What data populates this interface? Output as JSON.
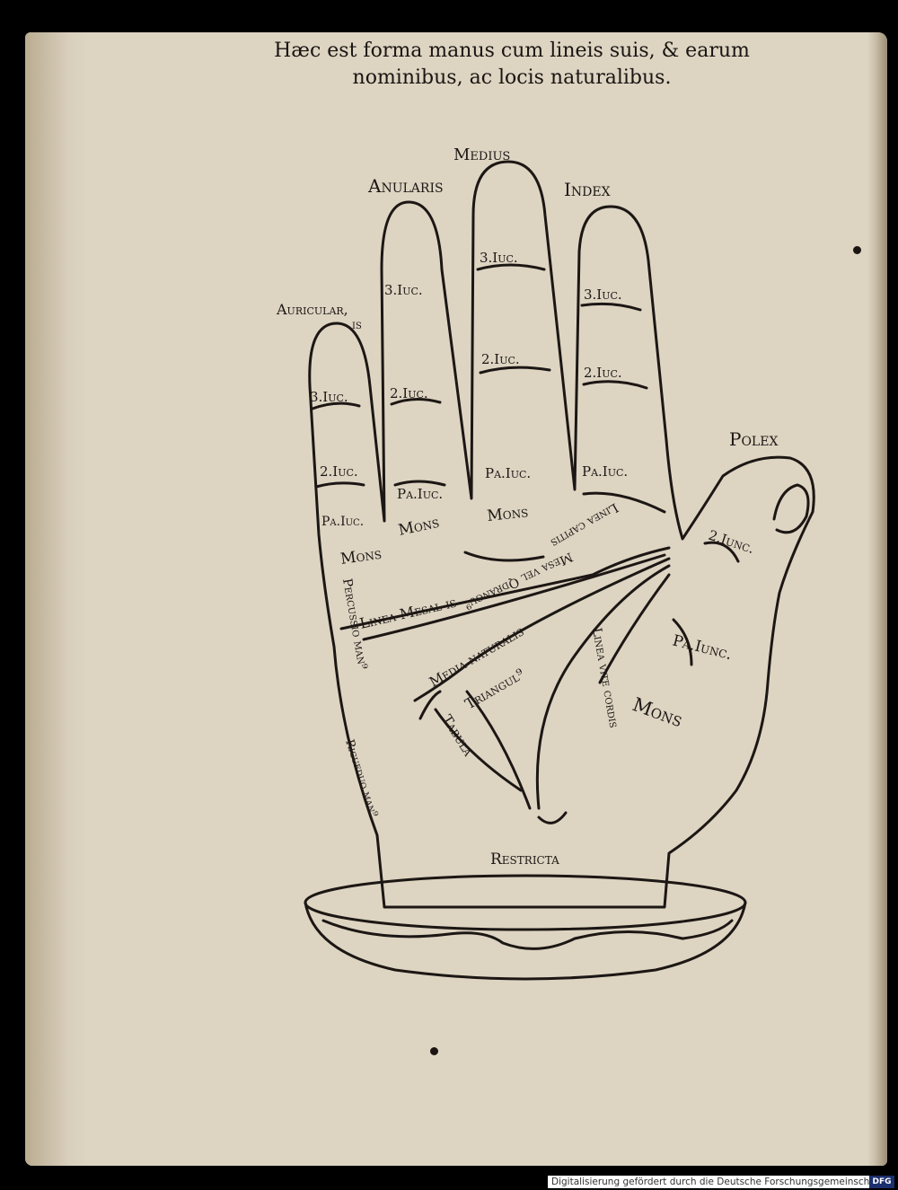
{
  "title": {
    "line1": "Hæc est forma manus cum lineis suis, & earum",
    "line2": "nominibus, ac locis naturalibus."
  },
  "fingers": {
    "medius": "Medius",
    "anularis": "Anularis",
    "index": "Index",
    "auricularis_1": "Auricular,",
    "auricularis_2": "is",
    "polex": "Polex"
  },
  "joints": {
    "auric_3": "3.Iuc.",
    "auric_2": "2.Iuc.",
    "auric_1": "Pa.Iuc.",
    "anul_3": "3.Iuc.",
    "anul_2": "2.Iuc.",
    "anul_1": "Pa.Iuc.",
    "med_3": "3.Iuc.",
    "med_2": "2.Iuc.",
    "med_1": "Pa.Iuc.",
    "ind_3": "3.Iuc.",
    "ind_2": "2.Iuc.",
    "ind_1": "Pa.Iuc.",
    "pol_2": "2.Iunc.",
    "pol_1": "Pa.Iunc."
  },
  "palm": {
    "mons_1": "Mons",
    "mons_2": "Mons",
    "mons_3": "Mons",
    "mons_thumb": "Mons",
    "linea_capitis": "Linea capitis",
    "linea_mensal": "Linea Mesal is",
    "mesa_quadrangu": "Mesa vel Qdrangu⁹",
    "media_naturalis": "Media naturalis",
    "triangulus": "Triangul⁹",
    "tabula": "Tabula",
    "linea_vitae": "Linea vite cordis",
    "percussio": "Percussio man⁹",
    "rigueduo": "Rigueduo man⁹",
    "restricta": "Restricta"
  },
  "footer": {
    "text": "Digitalisierung gefördert durch die Deutsche Forschungsgemeinschaft -",
    "logo": "DFG"
  }
}
